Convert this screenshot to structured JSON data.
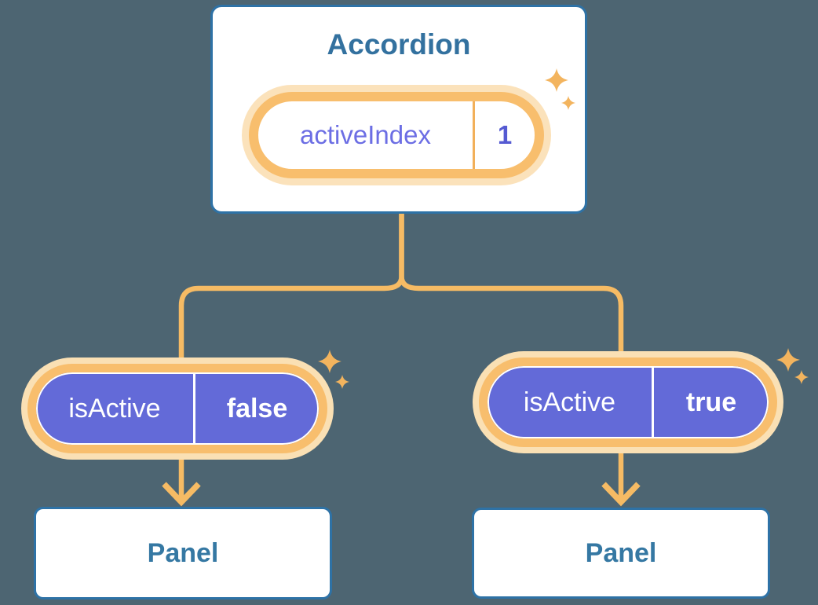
{
  "canvas": {
    "background": "#4D6572"
  },
  "colors": {
    "accent_orange": "#F6BB64",
    "ring_orange": "#F8BE6D",
    "glow_orange": "#FAE0B4",
    "divider_orange": "#F2B05A",
    "sparkle_orange": "#F3B45E",
    "purple_fill": "#636AD8",
    "purple_name_text": "#6C6EE4",
    "purple_value_text": "#555AD2",
    "blue_border": "#2E72A6",
    "blue_text": "#33719F",
    "card_fill": "#FFFFFF",
    "pill_text_white": "#FFFFFF"
  },
  "accordion": {
    "title": "Accordion",
    "state": {
      "name": "activeIndex",
      "value": "1"
    }
  },
  "panels": [
    {
      "prop": {
        "name": "isActive",
        "value": "false"
      },
      "title": "Panel"
    },
    {
      "prop": {
        "name": "isActive",
        "value": "true"
      },
      "title": "Panel"
    }
  ]
}
